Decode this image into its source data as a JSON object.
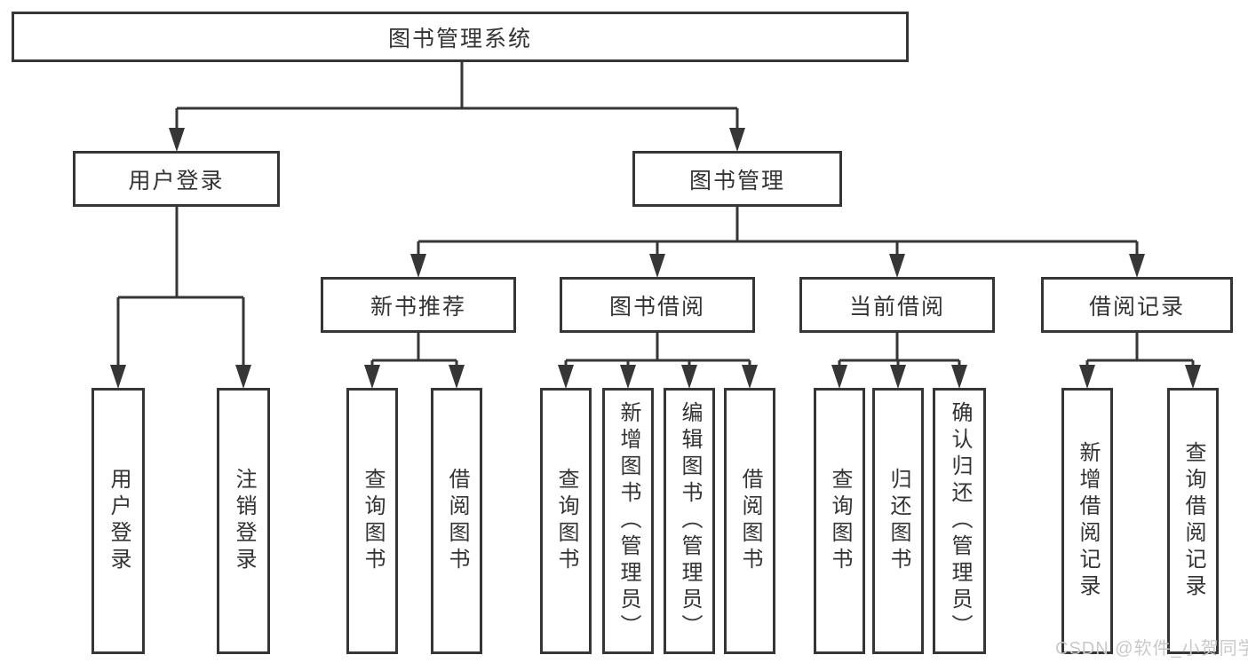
{
  "diagram": {
    "type": "hierarchy-structure-chart",
    "colors": {
      "line": "#363636",
      "box_border": "#363636",
      "box_background": "#ffffff",
      "text": "#333333",
      "page_background": "#ffffff",
      "watermark": "#c9c9c9"
    },
    "tree": {
      "label": "图书管理系统",
      "children": [
        {
          "label": "用户登录",
          "children": [
            {
              "label": "用户登录"
            },
            {
              "label": "注销登录"
            }
          ]
        },
        {
          "label": "图书管理",
          "children": [
            {
              "label": "新书推荐",
              "children": [
                {
                  "label": "查询图书"
                },
                {
                  "label": "借阅图书"
                }
              ]
            },
            {
              "label": "图书借阅",
              "children": [
                {
                  "label": "查询图书"
                },
                {
                  "label": "新增图书（管理员）"
                },
                {
                  "label": "编辑图书（管理员）"
                },
                {
                  "label": "借阅图书"
                }
              ]
            },
            {
              "label": "当前借阅",
              "children": [
                {
                  "label": "查询图书"
                },
                {
                  "label": "归还图书"
                },
                {
                  "label": "确认归还（管理员）"
                }
              ]
            },
            {
              "label": "借阅记录",
              "children": [
                {
                  "label": "新增借阅记录"
                },
                {
                  "label": "查询借阅记录"
                }
              ]
            }
          ]
        }
      ]
    },
    "watermark": "CSDN @软件_小贺同学"
  }
}
